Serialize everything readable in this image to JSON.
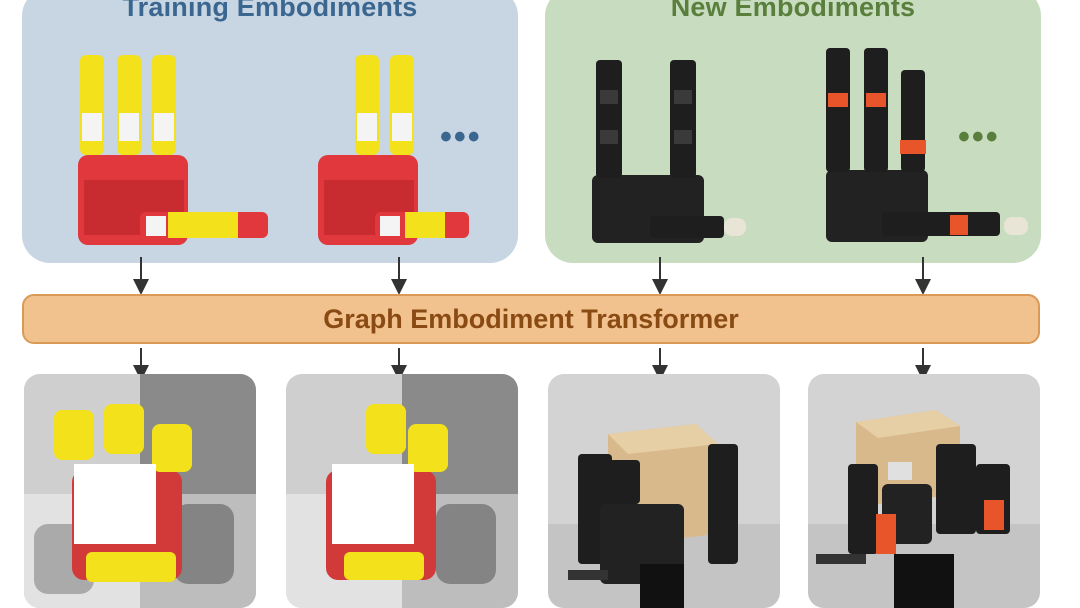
{
  "panels": {
    "training": {
      "title": "Training Embodiments",
      "ellipsis": "•••"
    },
    "new": {
      "title": "New Embodiments",
      "ellipsis": "•••"
    }
  },
  "transformer": {
    "label": "Graph Embodiment Transformer"
  },
  "colors": {
    "training_panel": "#c7d6e2",
    "new_panel": "#c8dcc0",
    "training_title": "#3a6690",
    "new_title": "#5a7f3c",
    "transformer_fill": "#f2c28e",
    "transformer_text": "#8a4a14",
    "arrow": "#333333",
    "sim_hand_finger": "#f2e11b",
    "sim_hand_palm": "#e0383c",
    "real_hand": "#1e1e1e",
    "real_hand_accent": "#e8552a",
    "cube": "#d8b98c"
  }
}
